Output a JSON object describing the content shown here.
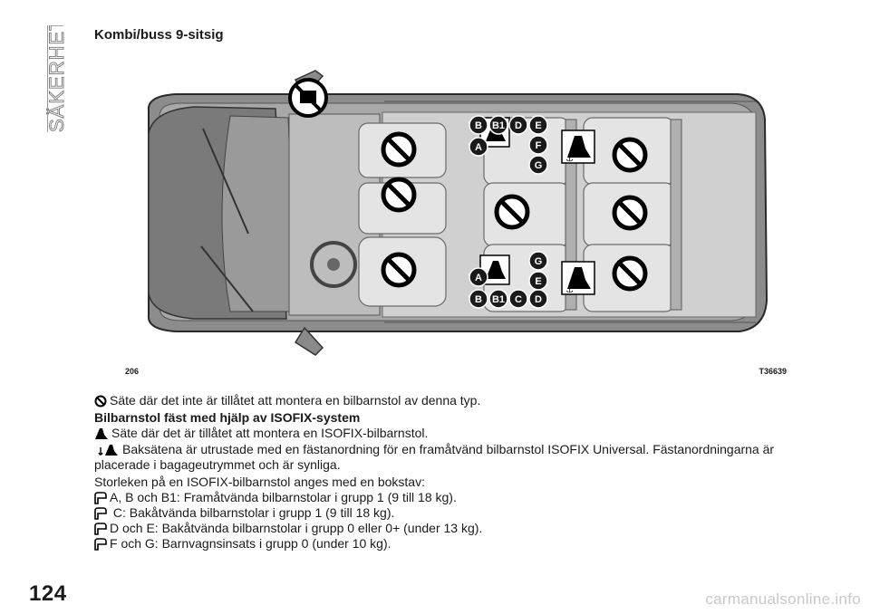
{
  "side_label": "SÄKERHET",
  "heading": "Kombi/buss 9-sitsig",
  "figure": {
    "number": "206",
    "code": "T36639",
    "seat_letters_top": [
      "B",
      "B1",
      "D",
      "E",
      "A",
      "F",
      "G"
    ],
    "seat_letters_bottom": [
      "G",
      "A",
      "E",
      "B",
      "B1",
      "C",
      "D"
    ]
  },
  "legend": {
    "no_seat": "Säte där det inte är tillåtet att montera en bilbarnstol av denna typ.",
    "isofix_heading": "Bilbarnstol fäst med hjälp av ISOFIX-system",
    "isofix_allowed": "Säte där det är tillåtet att montera en ISOFIX-bilbarnstol.",
    "rear_seats": "Baksätena är utrustade med en fästanordning för en framåtvänd bilbarnstol ISOFIX Universal. Fästanordningarna är placerade i bagageutrymmet och är synliga.",
    "size_intro": "Storleken på en ISOFIX-bilbarnstol anges med en bokstav:",
    "sizes": [
      "A, B och B1: Framåtvända bilbarnstolar i grupp 1 (9 till 18 kg).",
      " C: Bakåtvända bilbarnstolar i grupp 1 (9 till 18 kg).",
      "D och E: Bakåtvända bilbarnstolar i grupp 0 eller 0+ (under 13 kg).",
      "F och G: Barnvagnsinsats i grupp 0 (under 10 kg)."
    ]
  },
  "page_number": "124",
  "watermark": "carmanualsonline.info",
  "icons": {
    "no": "prohibited-icon",
    "isofix": "isofix-seat-icon",
    "anchor": "anchor-icon",
    "bullet": "child-seat-bullet-icon"
  }
}
